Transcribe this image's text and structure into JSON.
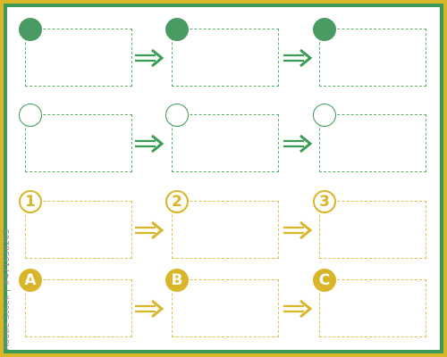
{
  "colors": {
    "green": "#3c9a55",
    "green_fill": "#4a9a63",
    "green_box": "#5fae6e",
    "yellow": "#d9b52a",
    "yellow_box": "#e2c04a",
    "outer_border": "#d9b52a",
    "inner_border": "#3c9a55"
  },
  "rows": [
    {
      "row": 1,
      "style": "filled-green-circle",
      "color_key": "green",
      "labels": [
        "",
        "",
        ""
      ]
    },
    {
      "row": 2,
      "style": "outline-green-circle",
      "color_key": "green",
      "labels": [
        "",
        "",
        ""
      ]
    },
    {
      "row": 3,
      "style": "outline-yellow-numbered",
      "color_key": "yellow",
      "labels": [
        "1",
        "2",
        "3"
      ]
    },
    {
      "row": 4,
      "style": "filled-yellow-lettered",
      "color_key": "yellow",
      "labels": [
        "A",
        "B",
        "C"
      ]
    }
  ],
  "watermark": "Adobe Stock | #471638205"
}
